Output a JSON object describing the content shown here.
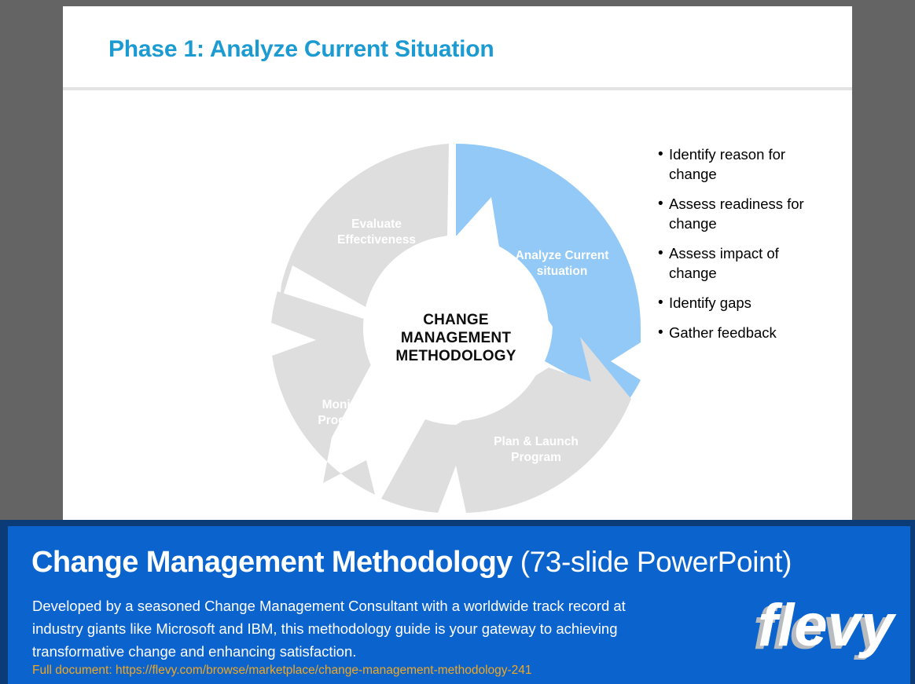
{
  "slide": {
    "title": "Phase 1: Analyze Current Situation",
    "colors": {
      "title_blue": "#1b9bd1",
      "segment_active": "#92c9f7",
      "segment_inactive": "#dedede",
      "banner_blue": "#0b63ce",
      "banner_border": "#0c3c78",
      "url_orange": "#f0a824",
      "page_background": "#646464"
    },
    "diagram": {
      "type": "donut-cycle",
      "center_lines": [
        "CHANGE",
        "MANAGEMENT",
        "METHODOLOGY"
      ],
      "segments": [
        {
          "id": "analyze-current-situation",
          "lines": [
            "Analyze Current",
            "situation"
          ],
          "state": "active",
          "color": "#92c9f7",
          "position": "top-right"
        },
        {
          "id": "plan-and-launch-program",
          "lines": [
            "Plan & Launch",
            "Program"
          ],
          "state": "inactive",
          "color": "#dedede",
          "position": "bottom-right"
        },
        {
          "id": "monitor-progress",
          "lines": [
            "Monitor",
            "Progress"
          ],
          "state": "inactive",
          "color": "#dedede",
          "position": "bottom-left"
        },
        {
          "id": "evaluate-effectiveness",
          "lines": [
            "Evaluate",
            "Effectiveness"
          ],
          "state": "inactive",
          "color": "#dedede",
          "position": "top-left"
        }
      ]
    },
    "bullets": [
      "Identify reason for change",
      "Assess readiness for change",
      "Assess impact of change",
      "Identify gaps",
      "Gather feedback"
    ],
    "bullet_marker": "•"
  },
  "banner": {
    "title_main": "Change Management Methodology",
    "title_sub": "(73-slide PowerPoint)",
    "description": "Developed by a seasoned Change Management Consultant with a worldwide track record at industry giants like Microsoft and IBM, this methodology guide is your gateway to achieving transformative change and enhancing satisfaction.",
    "url_line": "Full document: https://flevy.com/browse/marketplace/change-management-methodology-241",
    "logo_text": "flevy"
  }
}
